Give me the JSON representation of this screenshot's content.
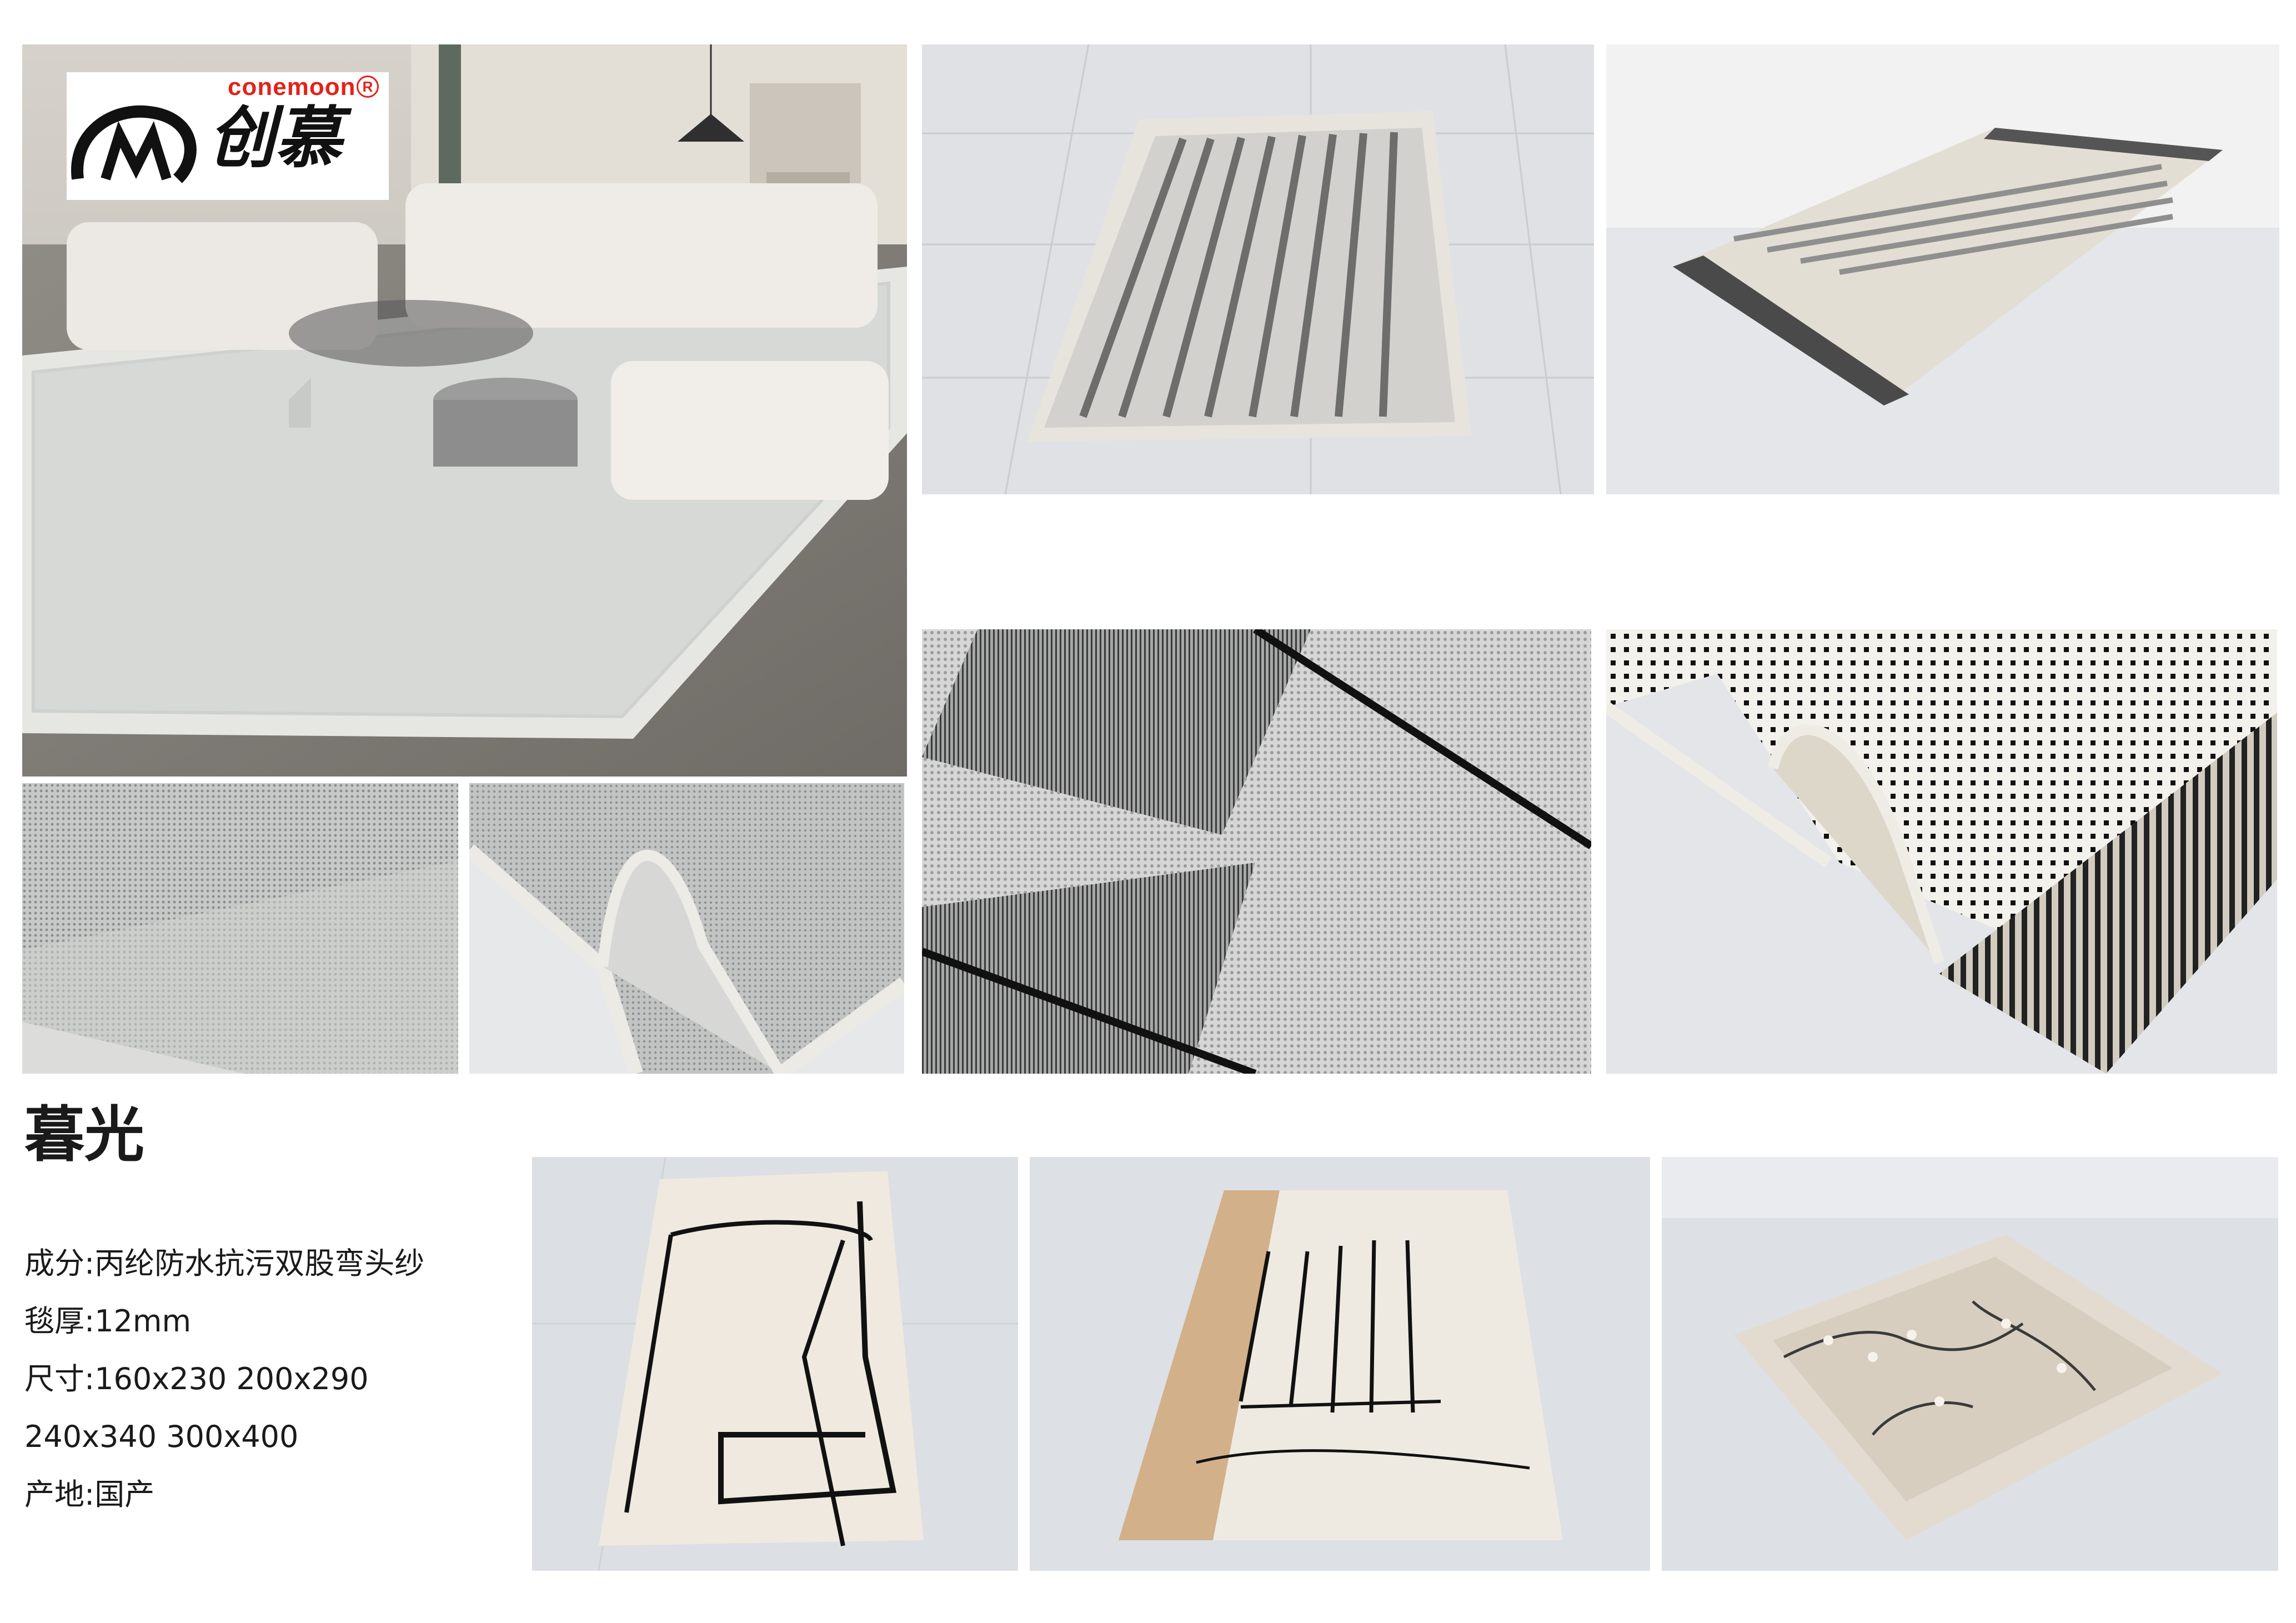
{
  "brand": {
    "latin_name": "conemoon",
    "registered_mark": "R",
    "chinese_name": "创慕"
  },
  "product": {
    "name": "暮光",
    "specs": [
      "成分:丙纶防水抗污双股弯头纱",
      "毯厚:12mm",
      "尺寸:160x230 200x290",
      "240x340 300x400",
      "产地:国产"
    ]
  }
}
